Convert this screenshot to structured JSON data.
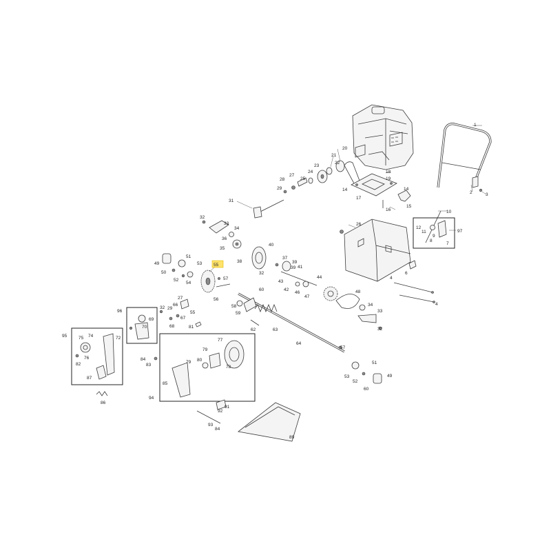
{
  "highlight": "55",
  "callouts": {
    "c1": "1",
    "c2": "2",
    "c3": "3",
    "c4a": "4",
    "c4b": "4",
    "c6": "6",
    "c7": "7",
    "c8": "8",
    "c9": "9",
    "c10": "10",
    "c11": "11",
    "c12": "12",
    "c14a": "14",
    "c14b": "14",
    "c15": "15",
    "c16": "16",
    "c17": "17",
    "c18": "18",
    "c19": "19",
    "c20": "20",
    "c21": "21",
    "c22": "22",
    "c23": "23",
    "c24": "24",
    "c25": "25",
    "c26": "26",
    "c27a": "27",
    "c27b": "27",
    "c28": "28",
    "c29a": "29",
    "c29b": "29",
    "c31": "31",
    "c32a": "32",
    "c32b": "32",
    "c32c": "32",
    "c32d": "32",
    "c33a": "33",
    "c33b": "33",
    "c34a": "34",
    "c34b": "34",
    "c35": "35",
    "c36": "36",
    "c37": "37",
    "c38": "38",
    "c39a": "39",
    "c39b": "39",
    "c40": "40",
    "c41": "41",
    "c42": "42",
    "c43": "43",
    "c44": "44",
    "c46": "46",
    "c47": "47",
    "c48": "48",
    "c49a": "49",
    "c49b": "49",
    "c50": "50",
    "c51a": "51",
    "c51b": "51",
    "c52a": "52",
    "c52b": "52",
    "c53a": "53",
    "c53b": "53",
    "c54": "54",
    "c55a": "55",
    "c55b": "55",
    "c56": "56",
    "c57a": "57",
    "c57b": "57",
    "c58": "58",
    "c59": "59",
    "c60a": "60",
    "c60b": "60",
    "c62": "62",
    "c63": "63",
    "c64": "64",
    "c66": "66",
    "c67": "67",
    "c68": "68",
    "c69": "69",
    "c70": "70",
    "c72": "72",
    "c74": "74",
    "c75": "75",
    "c76": "76",
    "c77": "77",
    "c78": "78",
    "c79a": "79",
    "c79b": "79",
    "c80": "80",
    "c81": "81",
    "c82": "82",
    "c83": "83",
    "c84a": "84",
    "c84b": "84",
    "c85": "85",
    "c86": "86",
    "c87": "87",
    "c89": "89",
    "c91": "91",
    "c92": "92",
    "c93": "93",
    "c94": "94",
    "c95": "95",
    "c96": "96",
    "c97": "97"
  },
  "colors": {
    "highlight_fill": "#ffe36b",
    "line": "#3a3a3a",
    "background": "#ffffff"
  }
}
